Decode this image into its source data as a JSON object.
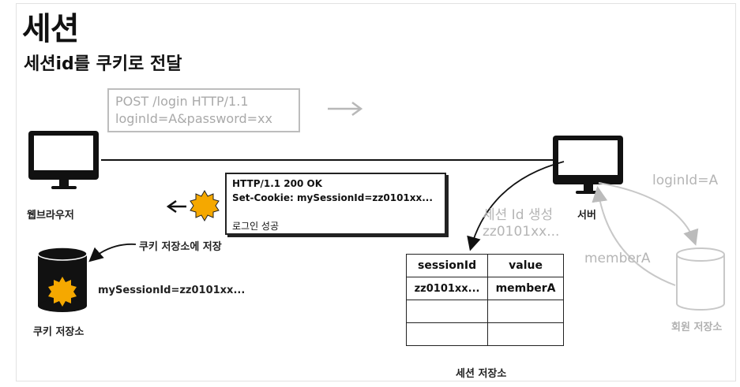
{
  "title": "세션",
  "subtitle": "세션id를 쿠키로 전달",
  "request": {
    "line1": "POST /login HTTP/1.1",
    "line2": "loginId=A&password=xx"
  },
  "response": {
    "line1": "HTTP/1.1 200 OK",
    "line2": "Set-Cookie: mySessionId=zz0101xx...",
    "line3": "로그인 성공"
  },
  "browser_label": "웹브라우저",
  "server_label": "서버",
  "cookie_save_label": "쿠키 저장소에 저장",
  "cookie_value": "mySessionId=zz0101xx...",
  "cookie_store_label": "쿠키 저장소",
  "session_create": {
    "line1": "세션 Id 생성",
    "line2": "zz0101xx..."
  },
  "session_store": {
    "label": "세션 저장소",
    "headers": [
      "sessionId",
      "value"
    ],
    "rows": [
      [
        "zz0101xx...",
        "memberA"
      ],
      [
        "",
        ""
      ],
      [
        "",
        ""
      ]
    ]
  },
  "member_store_label": "회원 저장소",
  "login_id_label": "loginId=A",
  "member_label": "memberA",
  "colors": {
    "sun": "#f5a800",
    "gray": "#b5b5b5",
    "ink": "#111111"
  }
}
